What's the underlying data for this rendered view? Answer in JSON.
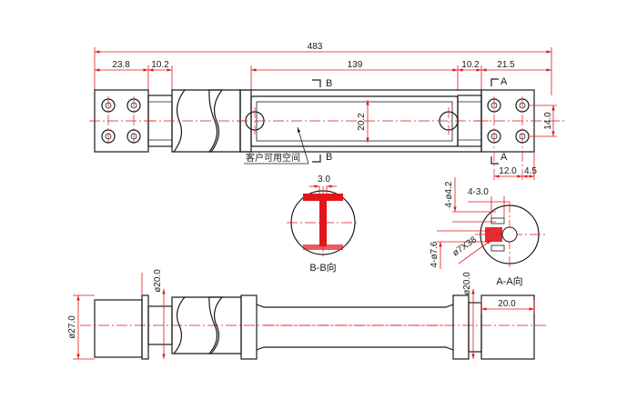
{
  "drawing": {
    "top_view": {
      "overall_length": "483",
      "left_end_length": "23.8",
      "left_neck": "10.2",
      "cavity_length": "139",
      "right_neck": "10.2",
      "right_end_length": "21.5",
      "cavity_height": "20.2",
      "hole_spacing_v": "14.0",
      "hole_offset": "12.0",
      "edge_offset": "4.5",
      "customer_space_note": "客户可用空间",
      "section_b_mark_top": "B",
      "section_b_mark_bottom": "B",
      "section_a_mark_top": "A",
      "section_a_mark_bottom": "A"
    },
    "section_bb": {
      "web_thickness": "3.0",
      "title": "B-B向"
    },
    "section_aa": {
      "slot_width": "4-3.0",
      "small_hole": "4-ø4.2",
      "counterbore": "4-ø7.6",
      "counterbore_depth": "ø7X38",
      "title": "A-A向"
    },
    "side_view": {
      "left_dia": "ø20.0",
      "overall_dia": "ø27.0",
      "right_dia": "ø20.0",
      "right_end_length": "20.0"
    }
  },
  "colors": {
    "outline": "#1a1a1a",
    "dimension": "#e0161b",
    "background": "#ffffff"
  }
}
